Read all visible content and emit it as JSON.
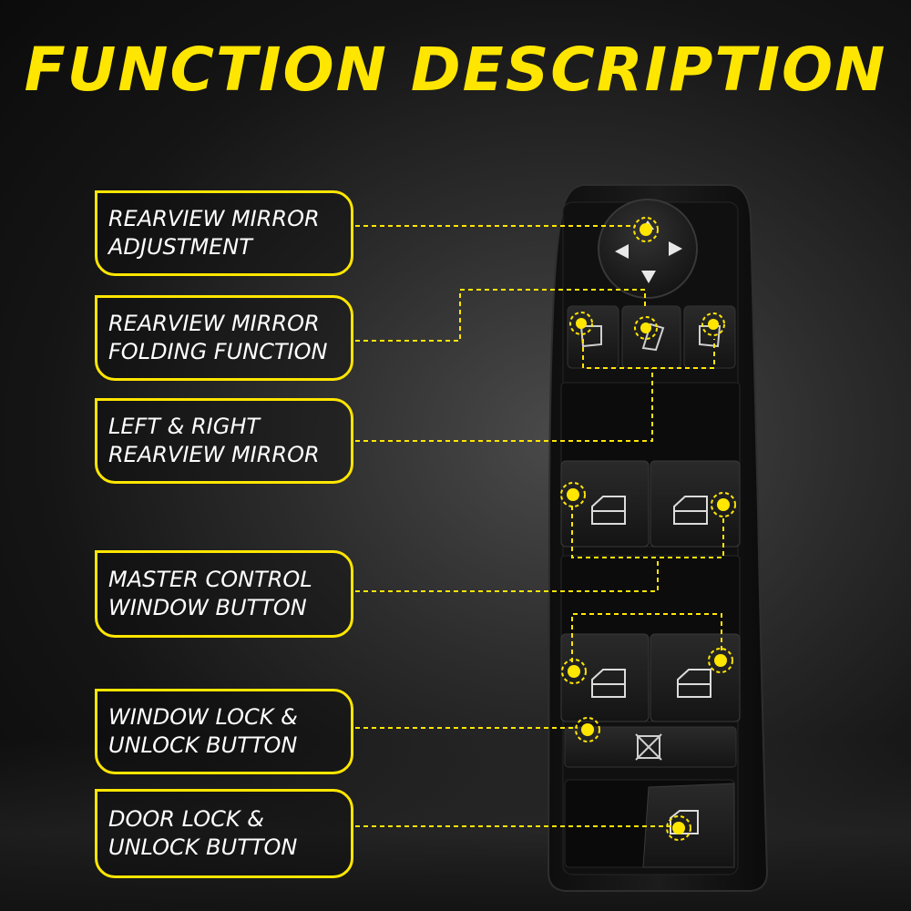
{
  "title": "FUNCTION DESCRIPTION",
  "colors": {
    "accent": "#ffe600",
    "panel": "#141414",
    "button": "#1c1c1c"
  },
  "callouts": [
    {
      "line1": "REARVIEW MIRROR",
      "line2": "ADJUSTMENT"
    },
    {
      "line1": "REARVIEW MIRROR",
      "line2": "FOLDING FUNCTION"
    },
    {
      "line1": "LEFT & RIGHT",
      "line2": "REARVIEW MIRROR"
    },
    {
      "line1": "MASTER CONTROL",
      "line2": "WINDOW BUTTON"
    },
    {
      "line1": "WINDOW LOCK &",
      "line2": "UNLOCK BUTTON"
    },
    {
      "line1": "DOOR LOCK &",
      "line2": "UNLOCK BUTTON"
    }
  ],
  "icons": {
    "mirror_pad": [
      "arrow-left-icon",
      "arrow-up-icon",
      "arrow-right-icon",
      "arrow-down-icon"
    ],
    "function_buttons": [
      "left-mirror-icon",
      "mirror-fold-icon",
      "right-mirror-icon"
    ],
    "window_buttons": [
      "window-icon",
      "window-icon",
      "window-icon",
      "window-icon"
    ],
    "lock": "window-lock-icon",
    "door": "door-lock-icon"
  }
}
